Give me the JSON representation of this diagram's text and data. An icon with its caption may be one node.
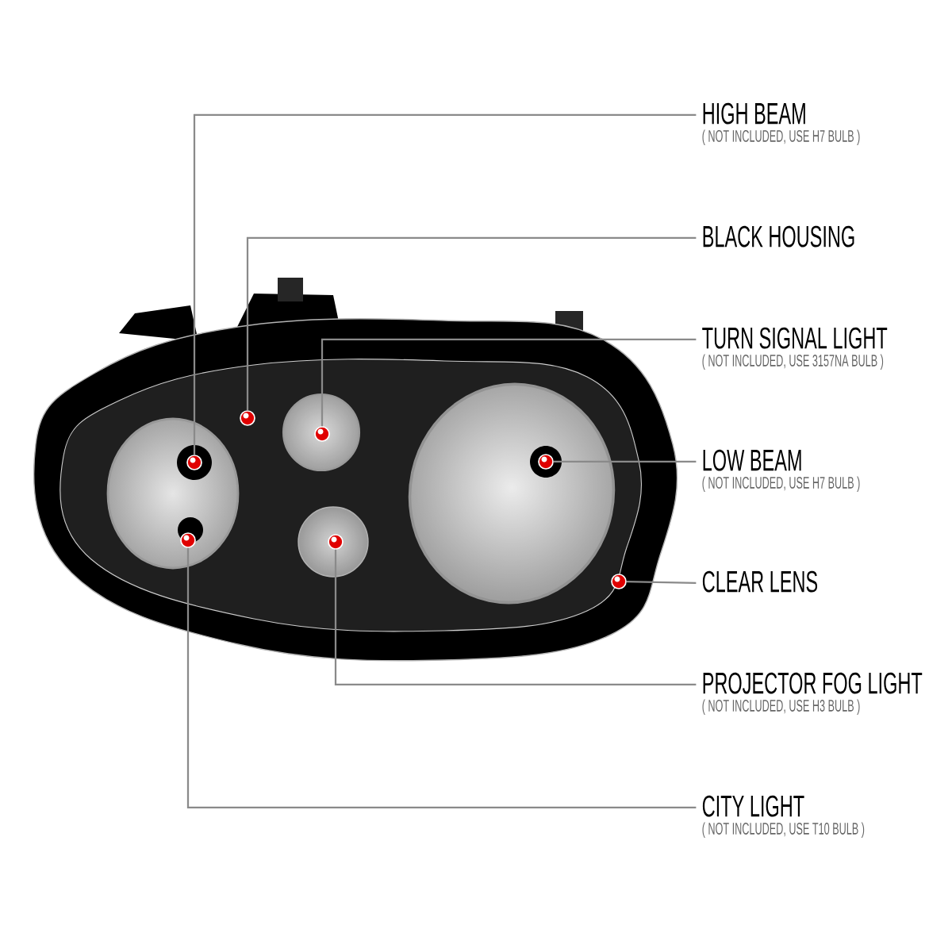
{
  "diagram": {
    "nodes": [
      {
        "text": [
          "HIGH BEAM",
          "( NOT INCLUDED, USE  H7  BULB )"
        ]
      },
      {
        "text": [
          "BLACK HOUSING"
        ]
      },
      {
        "text": [
          "TURN SIGNAL LIGHT",
          "( NOT INCLUDED, USE  3157NA  BULB )"
        ]
      },
      {
        "text": [
          "LOW BEAM",
          "( NOT INCLUDED, USE  H7  BULB )"
        ]
      },
      {
        "text": [
          "CLEAR LENS"
        ]
      },
      {
        "text": [
          "PROJECTOR FOG LIGHT",
          "( NOT INCLUDED, USE  H3  BULB )"
        ]
      },
      {
        "text": [
          "CITY LIGHT",
          "( NOT INCLUDED, USE  T10  BULB )"
        ]
      },
      {
        "text": [],
        "shape": "circle"
      },
      {
        "text": [],
        "shape": "circle"
      },
      {
        "text": [],
        "shape": "circle"
      },
      {
        "text": [],
        "shape": "circle"
      },
      {
        "text": [],
        "shape": "circle"
      },
      {
        "text": [],
        "shape": "circle"
      },
      {
        "text": [],
        "shape": "circle"
      }
    ],
    "edges": [
      {
        "from": 0,
        "to": 7,
        "arrow": "none"
      },
      {
        "from": 1,
        "to": 8,
        "arrow": "none"
      },
      {
        "from": 2,
        "to": 9,
        "arrow": "none"
      },
      {
        "from": 3,
        "to": 10,
        "arrow": "none"
      },
      {
        "from": 4,
        "to": 11,
        "arrow": "none"
      },
      {
        "from": 5,
        "to": 12,
        "arrow": "none"
      },
      {
        "from": 6,
        "to": 13,
        "arrow": "none"
      }
    ]
  }
}
